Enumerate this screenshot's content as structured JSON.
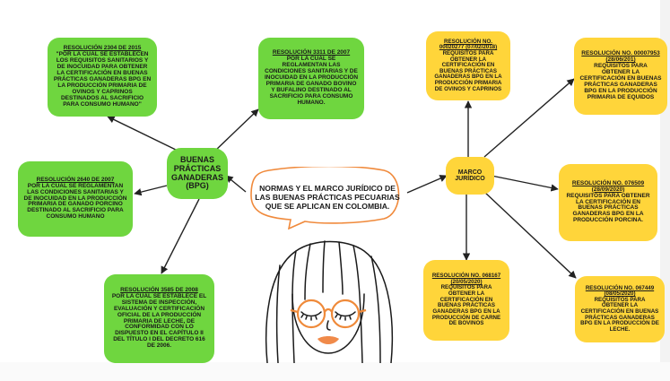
{
  "center": {
    "title": "NORMAS Y EL MARCO JURÍDICO DE LAS BUENAS PRÁCTICAS PECUARIAS QUE SE APLICAN EN COLOMBIA."
  },
  "hubs": {
    "bpg": "BUENAS PRÁCTICAS GANADERAS (BPG)",
    "marco": "MARCO JURÍDICO"
  },
  "green_nodes": [
    {
      "heading": "RESOLUCIÓN 2304 DE 2015",
      "text": "\"POR LA CUAL SE ESTABLECEN LOS REQUISITOS SANITARIOS Y DE INOCUIDAD PARA OBTENER LA CERTIFICACIÓN EN BUENAS PRÁCTICAS GANADERAS BPG EN LA PRODUCCIÓN PRIMARIA DE OVINOS Y CAPRINOS DESTINADOS AL SACRIFICIO PARA CONSUMO HUMANO\""
    },
    {
      "heading": "RESOLUCIÓN 3311 DE 2007",
      "text": "POR LA CUAL SE REGLAMENTAN LAS CONDICIONES SANITARIAS Y DE INOCUIDAD EN LA PRODUCCIÓN PRIMARIA DE GANADO BOVINO Y BUFALINO DESTINADO AL SACRIFICIO PARA CONSUMO HUMANO."
    },
    {
      "heading": "RESOLUCIÓN 2640 DE 2007",
      "text": "POR LA CUAL SE REGLAMENTAN LAS CONDICIONES SANITARIAS Y DE INOCUIDAD EN LA PRODUCCIÓN PRIMARIA DE GANADO PORCINO DESTINADO AL SACRIFICIO PARA CONSUMO HUMANO"
    },
    {
      "heading": "RESOLUCIÓN 3585 DE 2008",
      "text": "POR LA CUAL SE ESTABLECE EL SISTEMA DE INSPECCIÓN, EVALUACIÓN Y CERTIFICACIÓN OFICIAL DE LA PRODUCCIÓN PRIMARIA DE LECHE, DE CONFORMIDAD CON LO DISPUESTO EN EL CAPÍTULO II DEL TÍTULO I DEL DECRETO 616 DE 2006."
    }
  ],
  "yellow_nodes": [
    {
      "heading": "RESOLUCIÓN NO. 00020277 (07/02/2018)",
      "text": "REQUISITOS PARA OBTENER LA CERTIFICACIÓN EN BUENAS PRÁCTICAS GANADERAS BPG EN LA PRODUCCIÓN PRIMARIA DE OVINOS Y CAPRINOS"
    },
    {
      "heading": "RESOLUCIÓN NO. 00007953 (28/06/201)",
      "text": "REQUISITOS PARA OBTENER LA CERTIFICACIÓN EN BUENAS PRÁCTICAS GANADERAS BPG EN LA PRODUCCIÓN PRIMARIA DE EQUIDOS"
    },
    {
      "heading": "RESOLUCIÓN NO. 076509 (28/09/2020)",
      "text": "REQUISITOS PARA OBTENER LA CERTIFICACIÓN EN BUENAS PRÁCTICAS GANADERAS BPG EN LA PRODUCCIÓN PORCINA."
    },
    {
      "heading": "RESOLUCIÓN NO. 068167 (20/05/2020)",
      "text": "REQUISITOS PARA OBTENER LA CERTIFICACIÓN EN BUENAS PRÁCTICAS GANADERAS BPG EN LA PRODUCCIÓN DE CARNE DE BOVINOS"
    },
    {
      "heading": "RESOLUCIÓN NO. 067449 (08/05/2020)",
      "text": "REQUISITOS PARA OBTENER LA CERTIFICACIÓN EN BUENAS PRÁCTICAS GANADERAS BPG EN LA PRODUCCIÓN DE LECHE."
    }
  ],
  "colors": {
    "green": "#6fd63f",
    "yellow": "#ffd53a",
    "bubble_border": "#f08a3c",
    "glasses": "#ef8a3a",
    "lips": "#f08a4a"
  }
}
